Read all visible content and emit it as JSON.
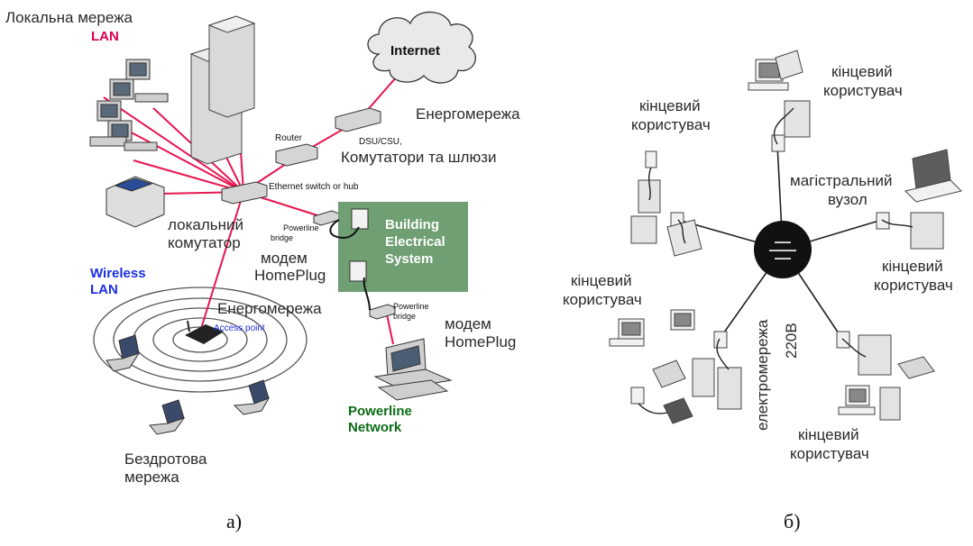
{
  "left": {
    "lan_title": "Локальна мережа",
    "lan_abbr": "LAN",
    "internet": "Internet",
    "energy_top": "Енергомережа",
    "router": "Router",
    "dsu": "DSU/CSU,",
    "switches_gateways": "Комутатори та шлюзи",
    "ethernet_switch": "Ethernet switch or hub",
    "local_switch_1": "локальний",
    "local_switch_2": "комутатор",
    "powerline_bridge_1": "Powerline",
    "powerline_bridge_2": "bridge",
    "modem_1": "модем",
    "modem_2": "HomePlug",
    "building_1": "Building",
    "building_2": "Electrical",
    "building_3": "System",
    "wireless_1": "Wireless",
    "wireless_2": "LAN",
    "energy_mid": "Енергомережа",
    "access_point": "Access point",
    "bridge2_1": "Powerline",
    "bridge2_2": "bridge",
    "modem2_1": "модем",
    "modem2_2": "HomePlug",
    "powerline_net_1": "Powerline",
    "powerline_net_2": "Network",
    "wireless_net_1": "Бездротова",
    "wireless_net_2": "мережа",
    "caption": "а)"
  },
  "right": {
    "end_user": "кінцевий",
    "user": "користувач",
    "backbone_1": "магістральний",
    "backbone_2": "вузол",
    "power_1": "електромережа",
    "power_2": "220В",
    "caption": "б)"
  },
  "colors": {
    "link_red": "#e8154f",
    "building_green": "#6f9f72",
    "hub_black": "#111111"
  }
}
